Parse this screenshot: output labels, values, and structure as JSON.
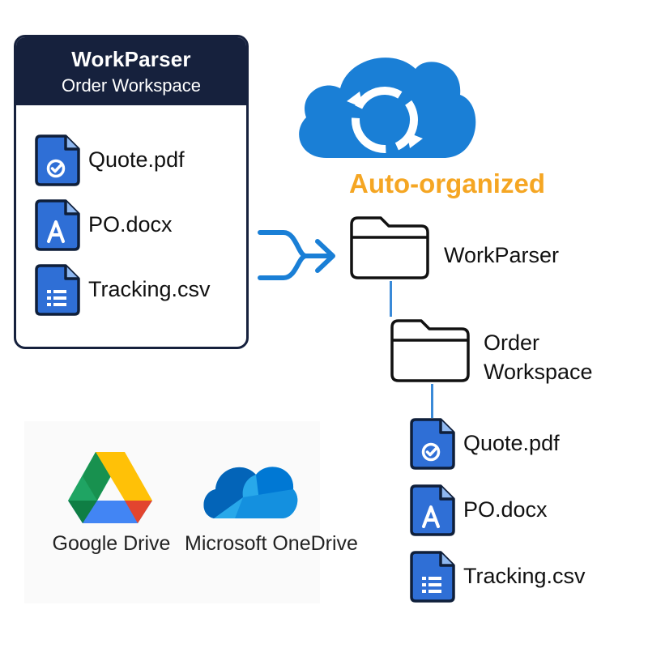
{
  "workspace_card": {
    "title": "WorkParser",
    "subtitle": "Order Workspace",
    "files": [
      {
        "name": "Quote.pdf",
        "icon": "check-document-icon"
      },
      {
        "name": "PO.docx",
        "icon": "word-document-icon"
      },
      {
        "name": "Tracking.csv",
        "icon": "spreadsheet-document-icon"
      }
    ]
  },
  "sync": {
    "label": "Auto-organized",
    "icon": "cloud-sync-icon",
    "label_color": "#f5a623"
  },
  "tree": {
    "root_folder": "WorkParser",
    "sub_folder": "Order Workspace",
    "files": [
      {
        "name": "Quote.pdf",
        "icon": "check-document-icon"
      },
      {
        "name": "PO.docx",
        "icon": "word-document-icon"
      },
      {
        "name": "Tracking.csv",
        "icon": "spreadsheet-document-icon"
      }
    ]
  },
  "integrations": [
    {
      "name": "Google Drive",
      "icon": "google-drive-icon"
    },
    {
      "name": "Microsoft OneDrive",
      "icon": "onedrive-icon"
    }
  ],
  "colors": {
    "navy": "#16213d",
    "doc_blue": "#2f6fd6",
    "cloud_blue": "#1a7fd6",
    "accent_orange": "#f5a623"
  }
}
